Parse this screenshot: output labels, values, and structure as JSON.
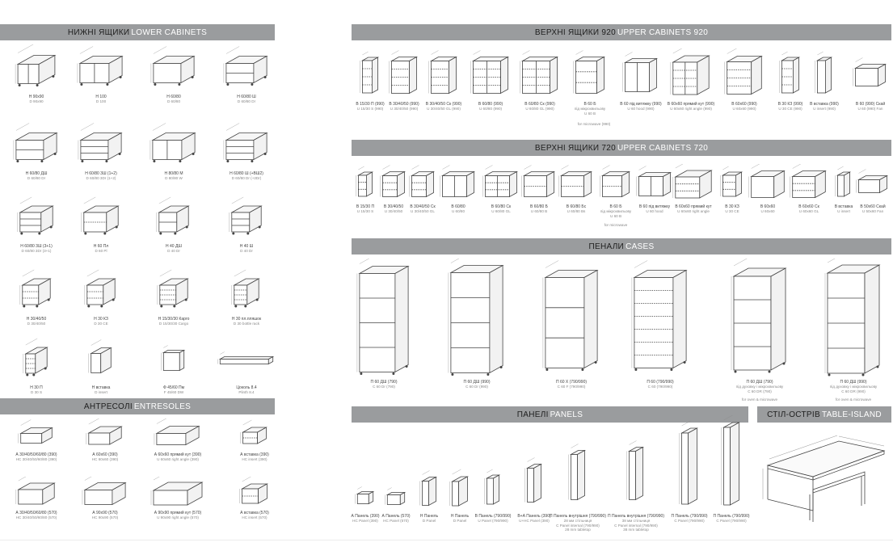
{
  "sections": {
    "lower": {
      "uk": "НИЖНІ ЯЩИКИ",
      "en": "LOWER CABINETS"
    },
    "entresoles": {
      "uk": "АНТРЕСОЛІ",
      "en": "ENTRESOLES"
    },
    "upper920": {
      "uk": "ВЕРХНІ ЯЩИКИ 920",
      "en": "UPPER CABINETS 920"
    },
    "upper720": {
      "uk": "ВЕРХНІ ЯЩИКИ 720",
      "en": "UPPER CABINETS 720"
    },
    "cases": {
      "uk": "ПЕНАЛИ",
      "en": "CASES"
    },
    "panels": {
      "uk": "ПАНЕЛІ",
      "en": "PANELS"
    },
    "island": {
      "uk": "СТІЛ-ОСТРІВ",
      "en": "TABLE-ISLAND"
    }
  },
  "lower_items": [
    {
      "l1": "Н 90х90",
      "l2": "D 90х90"
    },
    {
      "l1": "Н 100",
      "l2": "D 100"
    },
    {
      "l1": "Н 60/80",
      "l2": "D 60/80"
    },
    {
      "l1": "Н 60/80 Ш",
      "l2": "D 60/80 Dr"
    },
    {
      "l1": "Н 60/80 ДШ",
      "l2": "D 60/80 Dr"
    },
    {
      "l1": "Н 60/80 3Ш (1+2)",
      "l2": "D 60/80 3Dr (1+2)"
    },
    {
      "l1": "Н 80/80 М",
      "l2": "D 80/80 W"
    },
    {
      "l1": "Н 60/80 Ш (+ВШ2)",
      "l2": "D 60/80 Dr (+2Dr)"
    },
    {
      "l1": "Н 60/80 3Ш (3+1)",
      "l2": "D 60/80 3Dr (3+1)"
    },
    {
      "l1": "Н 60 Пл",
      "l2": "D 60 Pl"
    },
    {
      "l1": "Н 40 ДШ",
      "l2": "D 40 Dr"
    },
    {
      "l1": "Н 40 Ш",
      "l2": "D 40 Dr"
    },
    {
      "l1": "Н 30/40/50",
      "l2": "D 30/40/50"
    },
    {
      "l1": "Н 30 КЗ",
      "l2": "D 30 CE"
    },
    {
      "l1": "Н 15/30/30 Карго",
      "l2": "D 15/30/30 Cargo"
    },
    {
      "l1": "Н 30 пл.пляшок",
      "l2": "D 30 bottle rack"
    },
    {
      "l1": "Н 30 П",
      "l2": "D 30 S"
    },
    {
      "l1": "Н вставка",
      "l2": "D insert"
    },
    {
      "l1": "Ф 45/60 Пм",
      "l2": "F 45/60 DW"
    },
    {
      "l1": "Цоколь 8.4",
      "l2": "Plinth 8.4"
    }
  ],
  "entresole_items": [
    {
      "l1": "А 30/40/50/60/80 (390)",
      "l2": "HC 30/40/50/60/80 (390)"
    },
    {
      "l1": "А 60х60 (390)",
      "l2": "HC 60х60 (390)"
    },
    {
      "l1": "А 60х60 прямий кут (390)",
      "l2": "U 60х60 right angle (390)"
    },
    {
      "l1": "А вставка (390)",
      "l2": "HC insert (390)"
    },
    {
      "l1": "А 30/40/50/60/80 (570)",
      "l2": "HC 30/40/50/60/80 (570)"
    },
    {
      "l1": "А 90х90 (570)",
      "l2": "HC 90х90 (570)"
    },
    {
      "l1": "А 90х90 прямий кут (570)",
      "l2": "U 90х90 right angle (570)"
    },
    {
      "l1": "А вставка (570)",
      "l2": "HC insert (570)"
    }
  ],
  "upper920_items": [
    {
      "l1": "В 15/30 П (990)",
      "l2": "U 15/30 S (990)",
      "l3": ""
    },
    {
      "l1": "В 30/40/50 (990)",
      "l2": "U 30/40/50 (990)",
      "l3": ""
    },
    {
      "l1": "В 30/40/50 Ск (990)",
      "l2": "U 30/40/50 GL (990)",
      "l3": ""
    },
    {
      "l1": "В 60/80 (990)",
      "l2": "U 60/80 (990)",
      "l3": ""
    },
    {
      "l1": "В 60/80 Ск (990)",
      "l2": "U 60/80 GL (990)",
      "l3": ""
    },
    {
      "l1": "В 60 Б",
      "l2": "під мікрохвильову",
      "l3": "U 60 B"
    },
    {
      "l1": "В 60 під витяжку (990)",
      "l2": "U 60 hood (990)",
      "l3": ""
    },
    {
      "l1": "В 60х60 прямий кут (990)",
      "l2": "U 60х60 right angle (990)",
      "l3": ""
    },
    {
      "l1": "В 60х60 (990)",
      "l2": "U 60х60 (990)",
      "l3": ""
    },
    {
      "l1": "В 30 КЗ (990)",
      "l2": "U 30 CE (990)",
      "l3": ""
    },
    {
      "l1": "В вставка (990)",
      "l2": "U insert (990)",
      "l3": ""
    },
    {
      "l1": "В 60 (990) Скай",
      "l2": "U 60 (990) Fan",
      "l3": ""
    }
  ],
  "upper920_extra": "for microwave (990)",
  "upper720_items": [
    {
      "l1": "В 15/30 П",
      "l2": "U 15/30 S",
      "l3": ""
    },
    {
      "l1": "В 30/40/50",
      "l2": "U 30/40/50",
      "l3": ""
    },
    {
      "l1": "В 30/40/50 Ск",
      "l2": "U 30/40/50 GL",
      "l3": ""
    },
    {
      "l1": "В 60/80",
      "l2": "U 60/80",
      "l3": ""
    },
    {
      "l1": "В 60/80 Ск",
      "l2": "U 60/80 GL",
      "l3": ""
    },
    {
      "l1": "В 60/80 Б",
      "l2": "U 60/80 B",
      "l3": ""
    },
    {
      "l1": "В 60/80 Бс",
      "l2": "U 60/80 Bs",
      "l3": ""
    },
    {
      "l1": "В 60 Б",
      "l2": "під мікрохвильову",
      "l3": "U 60 B"
    },
    {
      "l1": "В 60 під витяжку",
      "l2": "U 60 hood",
      "l3": ""
    },
    {
      "l1": "В 60х60 прямий кут",
      "l2": "U 60х60 right angle",
      "l3": ""
    },
    {
      "l1": "В 30 КЗ",
      "l2": "U 30 CE",
      "l3": ""
    },
    {
      "l1": "В 60х60",
      "l2": "U 60х60",
      "l3": ""
    },
    {
      "l1": "В 60х60 Ск",
      "l2": "U 60х60 GL",
      "l3": ""
    },
    {
      "l1": "В вставка",
      "l2": "U insert",
      "l3": ""
    },
    {
      "l1": "В 50х60 Скай",
      "l2": "U 50х60 Fan",
      "l3": ""
    }
  ],
  "upper720_extra": "for microwave",
  "cases_items": [
    {
      "l1": "П 60 ДШ (790)",
      "l2": "С 60 Dr (790)",
      "l3": ""
    },
    {
      "l1": "П 60 ДШ (990)",
      "l2": "С 60 Dr (990)",
      "l3": ""
    },
    {
      "l1": "П 60 Х (790/990)",
      "l2": "С 60 F (790/990)",
      "l3": ""
    },
    {
      "l1": "П 60 (790/990)",
      "l2": "С 60 (790/990)",
      "l3": ""
    },
    {
      "l1": "П 60 ДШ (790)",
      "l2": "під духовку і мікрохвильову",
      "l3": "С 60 DR (790)"
    },
    {
      "l1": "П 60 ДШ (990)",
      "l2": "під духовку і мікрохвильову",
      "l3": "С 60 DR (990)"
    }
  ],
  "cases_extra": "for oven & microwave",
  "panel_items": [
    {
      "l1": "А Панель (390)",
      "l2": "HC Panel (390)",
      "l3": "",
      "l4": ""
    },
    {
      "l1": "А Панель (570)",
      "l2": "HC Panel (570)",
      "l3": "",
      "l4": ""
    },
    {
      "l1": "Н Панель",
      "l2": "D Panel",
      "l3": "",
      "l4": ""
    },
    {
      "l1": "Н Панель",
      "l2": "D Panel",
      "l3": "",
      "l4": ""
    },
    {
      "l1": "В Панель (790/990)",
      "l2": "U Panel (790/990)",
      "l3": "",
      "l4": ""
    },
    {
      "l1": "В+А Панель (390)",
      "l2": "U+HC Panel (390)",
      "l3": "",
      "l4": ""
    },
    {
      "l1": "П Панель внутрішня (790/990)",
      "l2": "28 мм стільниця",
      "l3": "C Panel internal (790/990)",
      "l4": "28 mm tabletop"
    },
    {
      "l1": "П Панель внутрішня (790/990)",
      "l2": "38 мм стільниця",
      "l3": "C Panel internal (790/990)",
      "l4": "38 mm tabletop"
    },
    {
      "l1": "П Панель (790/990)",
      "l2": "С Panel (790/990)",
      "l3": "",
      "l4": ""
    },
    {
      "l1": "П Панель (790/990)",
      "l2": "С Panel (790/990)",
      "l3": "",
      "l4": ""
    }
  ]
}
